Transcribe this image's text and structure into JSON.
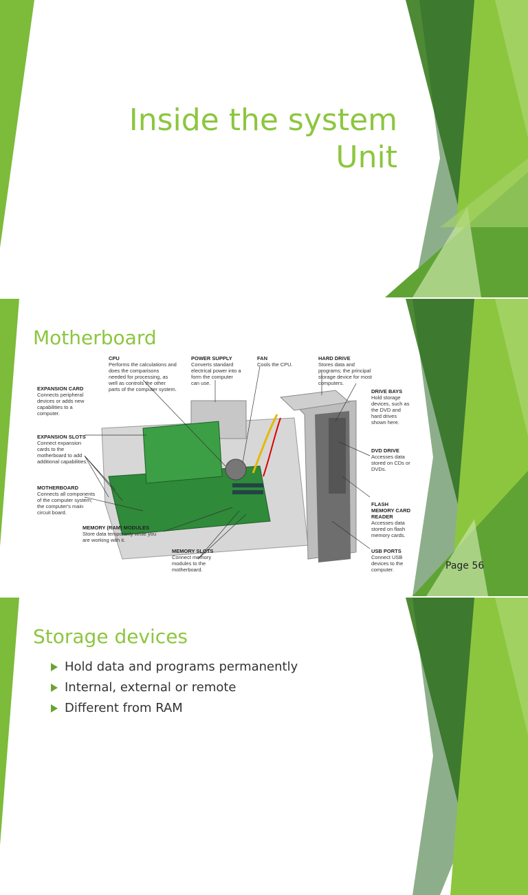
{
  "slide1": {
    "title_line1": "Inside the system",
    "title_line2": "Unit"
  },
  "slide2": {
    "title": "Motherboard",
    "page_ref": "Page 56",
    "figure_labels": {
      "cpu": {
        "name": "CPU",
        "desc": "Performs the calculations and does the comparisons needed for processing, as well as controls the other parts of the computer system."
      },
      "power_supply": {
        "name": "POWER SUPPLY",
        "desc": "Converts standard electrical power into a form the computer can use."
      },
      "fan": {
        "name": "FAN",
        "desc": "Cools the CPU."
      },
      "hard_drive": {
        "name": "HARD DRIVE",
        "desc": "Stores data and programs; the principal storage device for most computers."
      },
      "expansion_card": {
        "name": "EXPANSION CARD",
        "desc": "Connects peripheral devices or adds new capabilities to a computer."
      },
      "drive_bays": {
        "name": "DRIVE BAYS",
        "desc": "Hold storage devices, such as the DVD and hard drives shown here."
      },
      "expansion_slots": {
        "name": "EXPANSION SLOTS",
        "desc": "Connect expansion cards to the motherboard to add additional capabilities."
      },
      "dvd_drive": {
        "name": "DVD DRIVE",
        "desc": "Accesses data stored on CDs or DVDs."
      },
      "motherboard": {
        "name": "MOTHERBOARD",
        "desc": "Connects all components of the computer system; the computer's main circuit board."
      },
      "flash_memory": {
        "name": "FLASH MEMORY CARD READER",
        "desc": "Accesses data stored on flash memory cards."
      },
      "memory_modules": {
        "name": "MEMORY (RAM) MODULES",
        "desc": "Store data temporarily while you are working with it."
      },
      "memory_slots": {
        "name": "MEMORY SLOTS",
        "desc": "Connect memory modules to the motherboard."
      },
      "usb_ports": {
        "name": "USB PORTS",
        "desc": "Connect USB devices to the computer."
      }
    }
  },
  "slide3": {
    "title": "Storage devices",
    "bullets": [
      "Hold data and programs permanently",
      "Internal, external or remote",
      "Different from RAM"
    ]
  },
  "colors": {
    "accent": "#8cc63f",
    "dark_green": "#3e7c2c",
    "mid_green": "#5fa335",
    "light_green": "#a6d46a"
  }
}
